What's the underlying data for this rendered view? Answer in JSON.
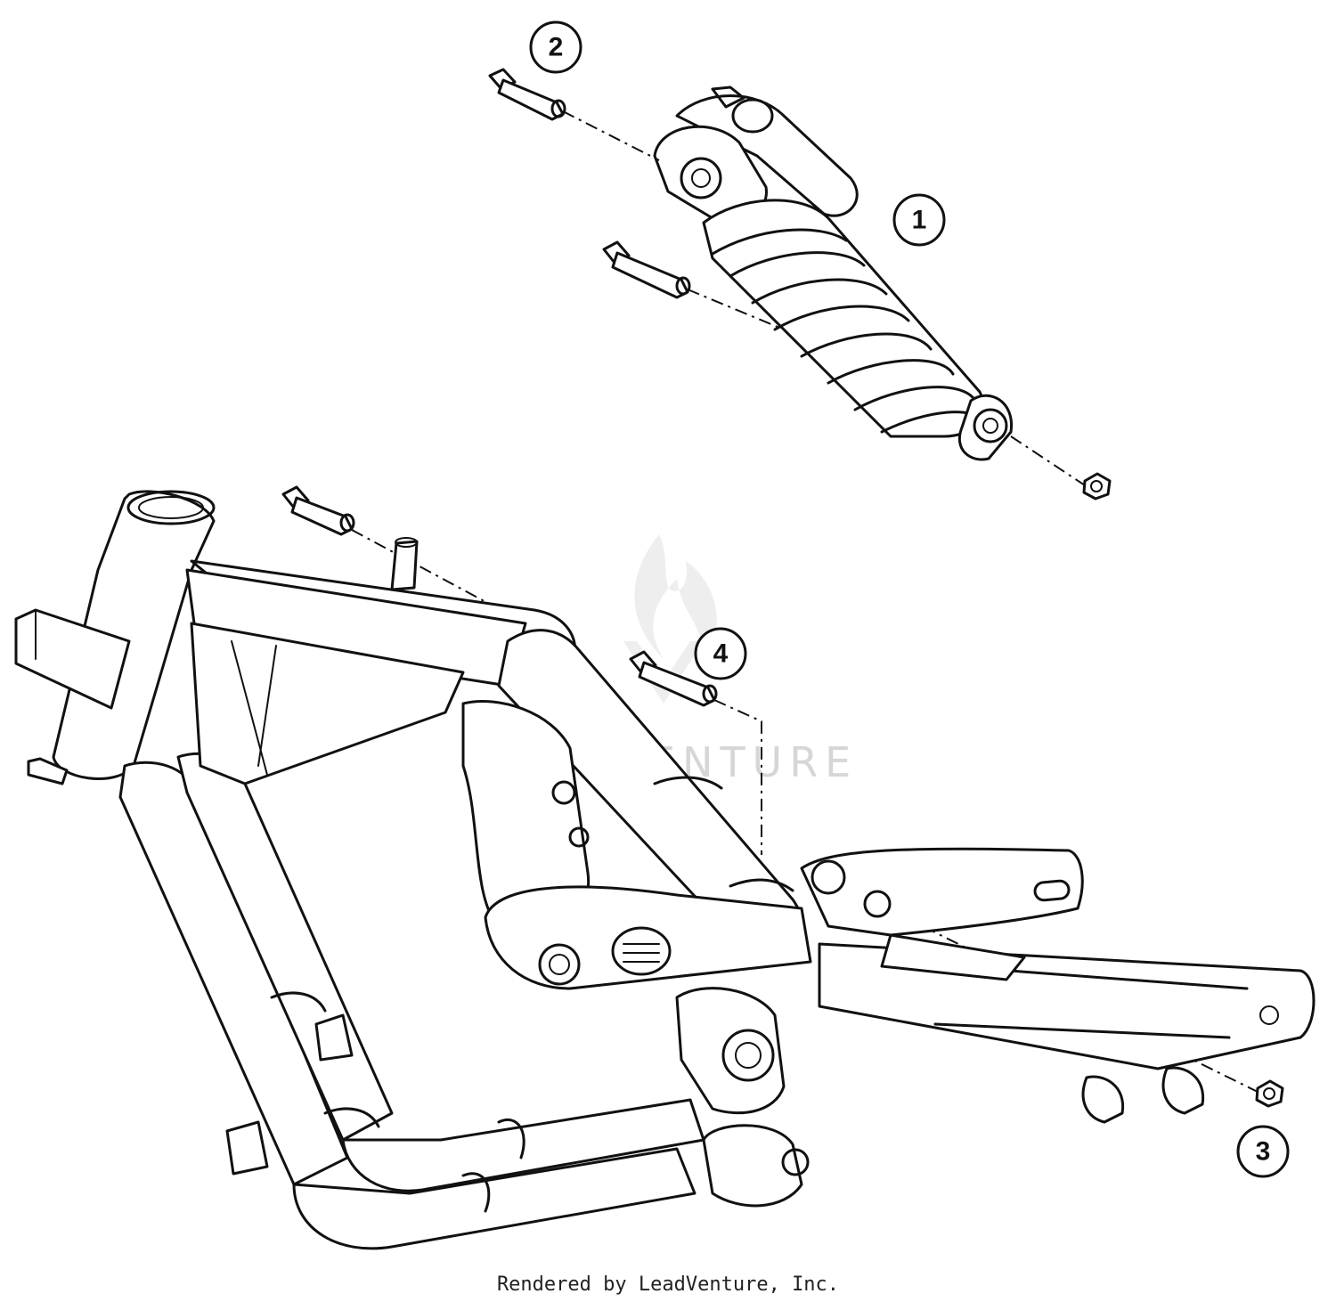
{
  "callouts": {
    "c1": "1",
    "c2": "2",
    "c3": "3",
    "c4": "4"
  },
  "watermark": {
    "text": "LEADVENTURE",
    "color": "#d6d6d6"
  },
  "footer": {
    "text": "Rendered by LeadVenture, Inc."
  },
  "colors": {
    "line": "#111111",
    "background": "#ffffff"
  }
}
